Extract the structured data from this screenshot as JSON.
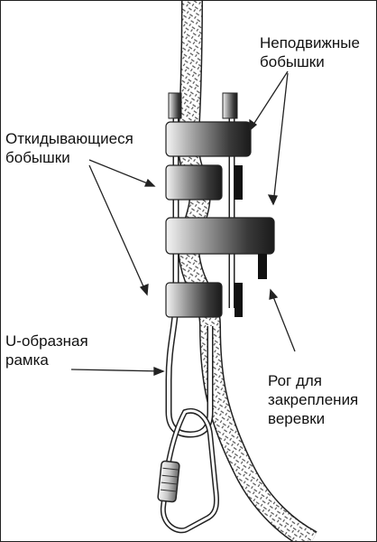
{
  "labels": {
    "fixed_bars": [
      "Неподвижные",
      "бобышки"
    ],
    "swinging_bars": [
      "Откидывающиеся",
      "бобышки"
    ],
    "u_frame": [
      "U-образная",
      "рамка"
    ],
    "horn": [
      "Рог для",
      "закрепления",
      "веревки"
    ]
  }
}
